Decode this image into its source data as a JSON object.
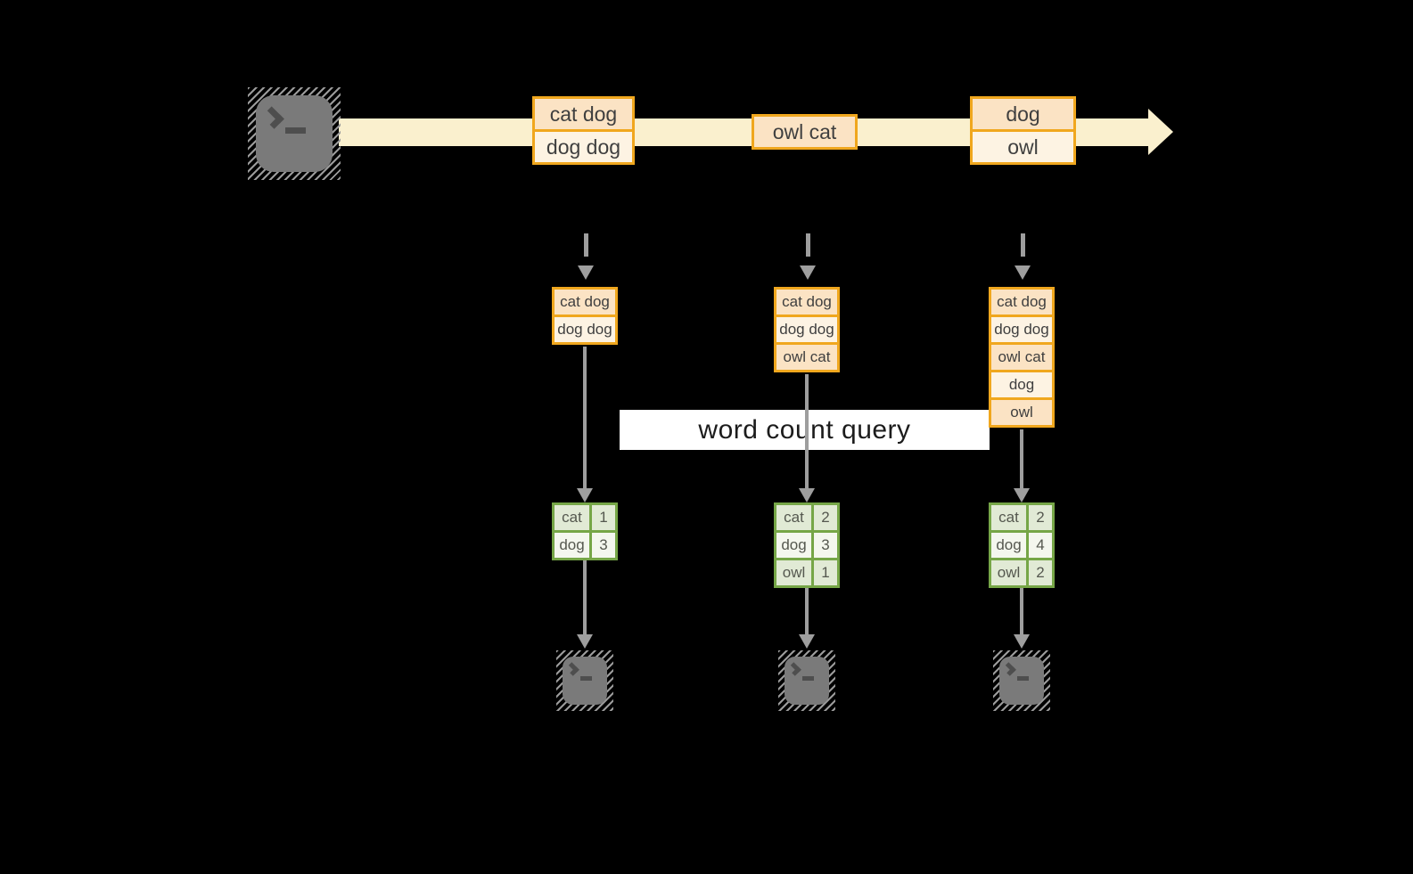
{
  "label": {
    "text": "word count query"
  },
  "stream": {
    "source_icon": "terminal-icon",
    "batches": [
      {
        "rows": [
          "cat dog",
          "dog dog"
        ]
      },
      {
        "rows": [
          "owl cat"
        ]
      },
      {
        "rows": [
          "dog",
          "owl"
        ]
      }
    ]
  },
  "workers": [
    {
      "buffer": [
        "cat dog",
        "dog dog"
      ],
      "counts": [
        {
          "word": "cat",
          "count": "1"
        },
        {
          "word": "dog",
          "count": "3"
        }
      ],
      "sink_icon": "terminal-icon"
    },
    {
      "buffer": [
        "cat dog",
        "dog dog",
        "owl cat"
      ],
      "counts": [
        {
          "word": "cat",
          "count": "2"
        },
        {
          "word": "dog",
          "count": "3"
        },
        {
          "word": "owl",
          "count": "1"
        }
      ],
      "sink_icon": "terminal-icon"
    },
    {
      "buffer": [
        "cat dog",
        "dog dog",
        "owl cat",
        "dog",
        "owl"
      ],
      "counts": [
        {
          "word": "cat",
          "count": "2"
        },
        {
          "word": "dog",
          "count": "4"
        },
        {
          "word": "owl",
          "count": "2"
        }
      ],
      "sink_icon": "terminal-icon"
    }
  ],
  "colors": {
    "background": "#000000",
    "stream_band": "#FAF0CE",
    "record_border": "#F0A71E",
    "record_fill_dark": "#FBE3C4",
    "record_fill_light": "#FDF3E3",
    "table_border": "#76A647",
    "table_fill_tint": "#E1EAD5",
    "table_fill_light": "#F4F7EE",
    "arrow_gray": "#9E9E9E",
    "terminal_gray": "#7A7A7A",
    "label_bg": "#FFFFFF",
    "text": "#3F3F3F"
  }
}
